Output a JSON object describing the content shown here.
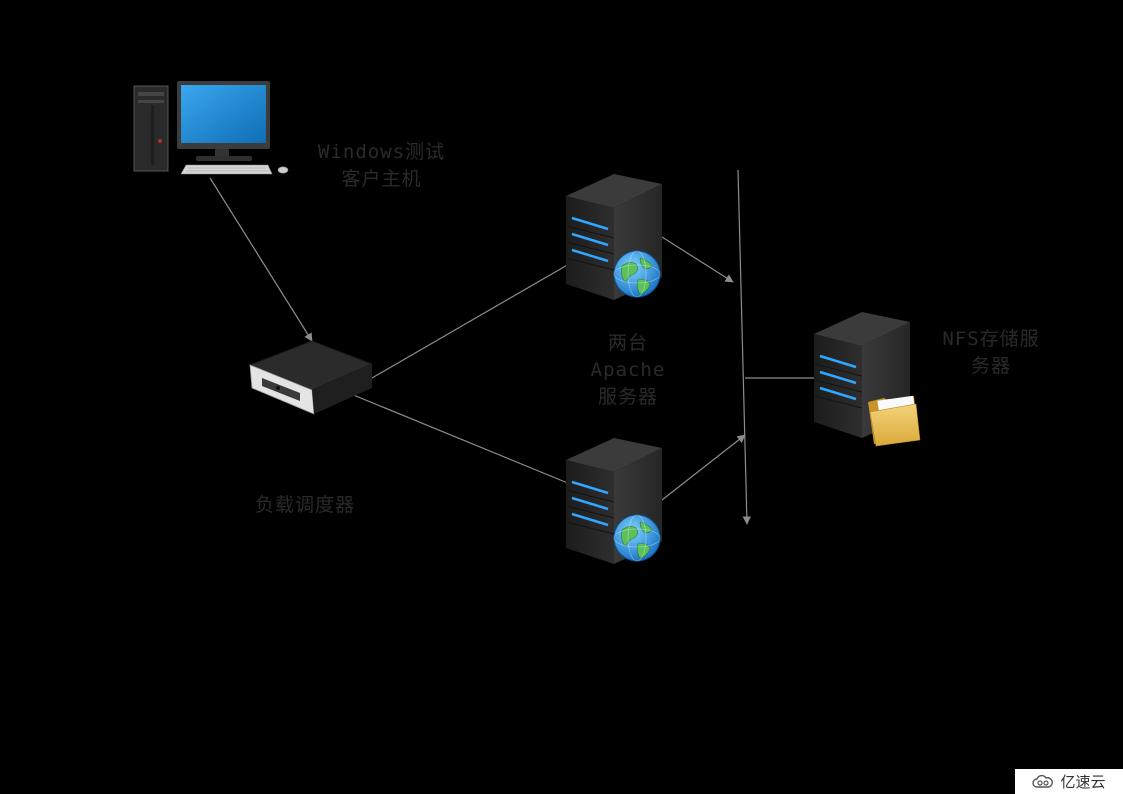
{
  "labels": {
    "client": [
      "Windows测试",
      "客户主机"
    ],
    "balancer": [
      "负载调度器"
    ],
    "apache": [
      "两台",
      "Apache",
      "服务器"
    ],
    "nfs": [
      "NFS存储服",
      "务器"
    ]
  },
  "nodes": {
    "client": {
      "icon": "desktop-computer-icon"
    },
    "balancer": {
      "icon": "load-balancer-icon"
    },
    "apache_top": {
      "icon": "web-server-globe-icon"
    },
    "apache_bottom": {
      "icon": "web-server-globe-icon"
    },
    "nfs": {
      "icon": "file-server-folder-icon"
    }
  },
  "watermark": {
    "text": "亿速云",
    "icon": "cloud-logo-icon"
  },
  "colors": {
    "background": "#000000",
    "connector": "#8c8c8c",
    "screen": "#1a8ad6",
    "server_body": "#2b2b2b",
    "led": "#2fa6ff",
    "folder": "#e8c15a"
  }
}
